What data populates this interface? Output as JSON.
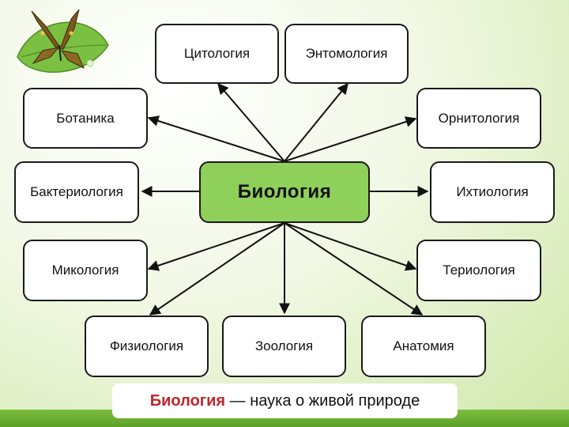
{
  "center": {
    "label": "Биология"
  },
  "nodes": {
    "cytology": "Цитология",
    "entomology": "Энтомология",
    "botany": "Ботаника",
    "ornithology": "Орнитология",
    "bacteriology": "Бактериология",
    "ichthyology": "Ихтиология",
    "mycology": "Микология",
    "theriology": "Териология",
    "physiology": "Физиология",
    "zoology": "Зоология",
    "anatomy": "Анатомия"
  },
  "caption": {
    "term": "Биология",
    "rest": " — наука о живой природе"
  },
  "colors": {
    "center_fill": "#8fd05a",
    "caption_term": "#c0262d",
    "accent_green": "#6bb033"
  },
  "decoration": {
    "icon": "butterfly-on-leaf-icon"
  }
}
